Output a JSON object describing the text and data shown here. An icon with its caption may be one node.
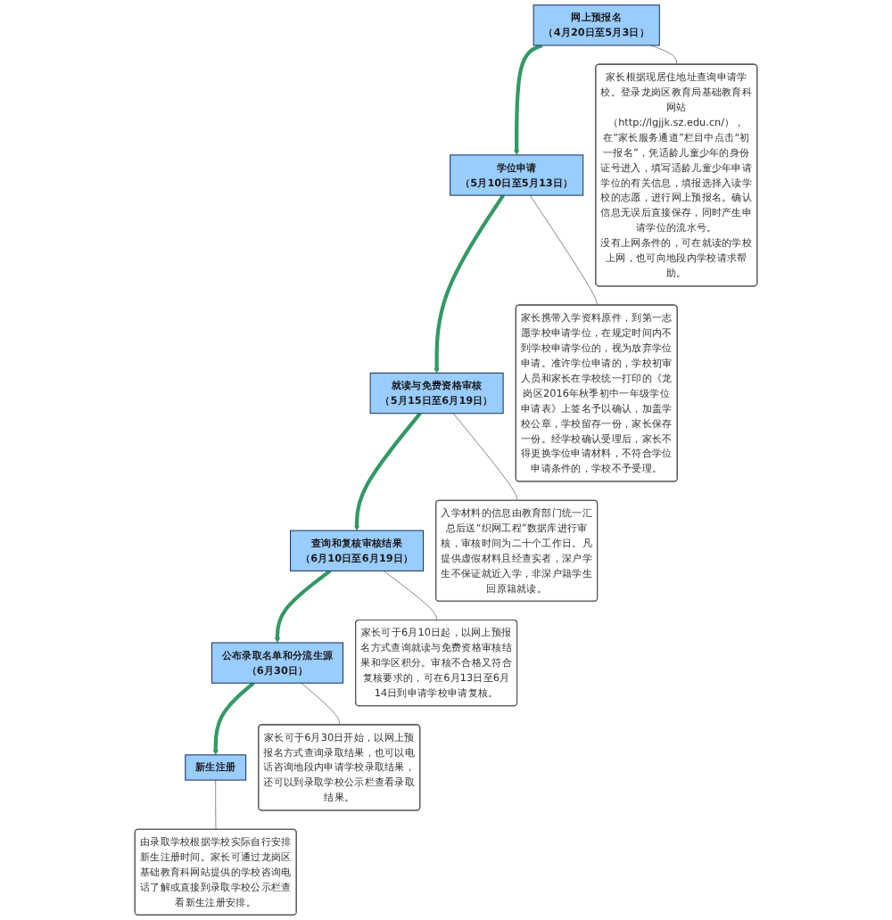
{
  "diagram": {
    "nodes": [
      {
        "text": [
          "网上预报名",
          "（4月20日至5月3日）"
        ]
      },
      {
        "text": [
          "学位申请",
          "（5月10日至5月13日）"
        ]
      },
      {
        "text": [
          "就读与免费资格审核",
          "（5月15日至6月19日）"
        ]
      },
      {
        "text": [
          "查询和复核审核结果",
          "（6月10日至6月19日）"
        ]
      },
      {
        "text": [
          "公布录取名单和分流生源",
          "（6月30日）"
        ]
      },
      {
        "text": [
          "新生注册"
        ]
      },
      {
        "text": [
          "家长根据现居住地址查询申请学校。登录龙岗区教育局基础教育科网站（http://lgjjk.sz.edu.cn/），在“家长服务通道”栏目中点击“初一报名”，凭适龄儿童少年的身份证号进入，填写适龄儿童少年申请学位的有关信息，填报选择入读学校的志愿，进行网上预报名。确认信息无误后直接保存，同时产生申请学位的流水号。",
          "没有上网条件的，可在就读的学校上网，也可向地段内学校请求帮助。"
        ]
      },
      {
        "text": [
          "家长携带入学资料原件，到第一志愿学校申请学位，在规定时间内不到学校申请学位的，视为放弃学位申请。准许学位申请的，学校初审人员和家长在学校统一打印的《龙岗区2016年秋季初中一年级学位申请表》上签名予以确认，加盖学校公章，学校留存一份，家长保存一份。经学校确认受理后，家长不得更换学位申请材料，不符合学位申请条件的，学校不予受理。"
        ]
      },
      {
        "text": [
          "入学材料的信息由教育部门统一汇总后送“织网工程”数据库进行审核，审核时间为二十个工作日。凡提供虚假材料且经查实者，深户学生不保证就近入学，非深户籍学生回原籍就读。"
        ]
      },
      {
        "text": [
          "家长可于6月10日起，以网上预报名方式查询就读与免费资格审核结果和学区积分。审核不合格又符合复核要求的，可在6月13日至6月14日到申请学校申请复核。"
        ]
      },
      {
        "text": [
          "家长可于6月30日开始，以网上预报名方式查询录取结果，也可以电话咨询地段内申请学校录取结果，还可以到录取学校公示栏查看录取结果。"
        ]
      },
      {
        "text": [
          "由录取学校根据学校实际自行安排新生注册时间。家长可通过龙岗区基础教育科网站提供的学校咨询电话了解或直接到录取学校公示栏查看新生注册安排。"
        ]
      }
    ],
    "edges": [
      {
        "from": 0,
        "to": 1,
        "arrow": "to",
        "style": "thick",
        "color": "#339966"
      },
      {
        "from": 1,
        "to": 2,
        "arrow": "to",
        "style": "thick",
        "color": "#339966"
      },
      {
        "from": 2,
        "to": 3,
        "arrow": "to",
        "style": "thick",
        "color": "#339966"
      },
      {
        "from": 3,
        "to": 4,
        "arrow": "to",
        "style": "thick",
        "color": "#339966"
      },
      {
        "from": 4,
        "to": 5,
        "arrow": "to",
        "style": "thick",
        "color": "#339966"
      },
      {
        "from": 0,
        "to": 6,
        "arrow": "none"
      },
      {
        "from": 1,
        "to": 7,
        "arrow": "none"
      },
      {
        "from": 2,
        "to": 8,
        "arrow": "none"
      },
      {
        "from": 3,
        "to": 9,
        "arrow": "none"
      },
      {
        "from": 4,
        "to": 10,
        "arrow": "none"
      },
      {
        "from": 5,
        "to": 11,
        "arrow": "none"
      }
    ]
  }
}
